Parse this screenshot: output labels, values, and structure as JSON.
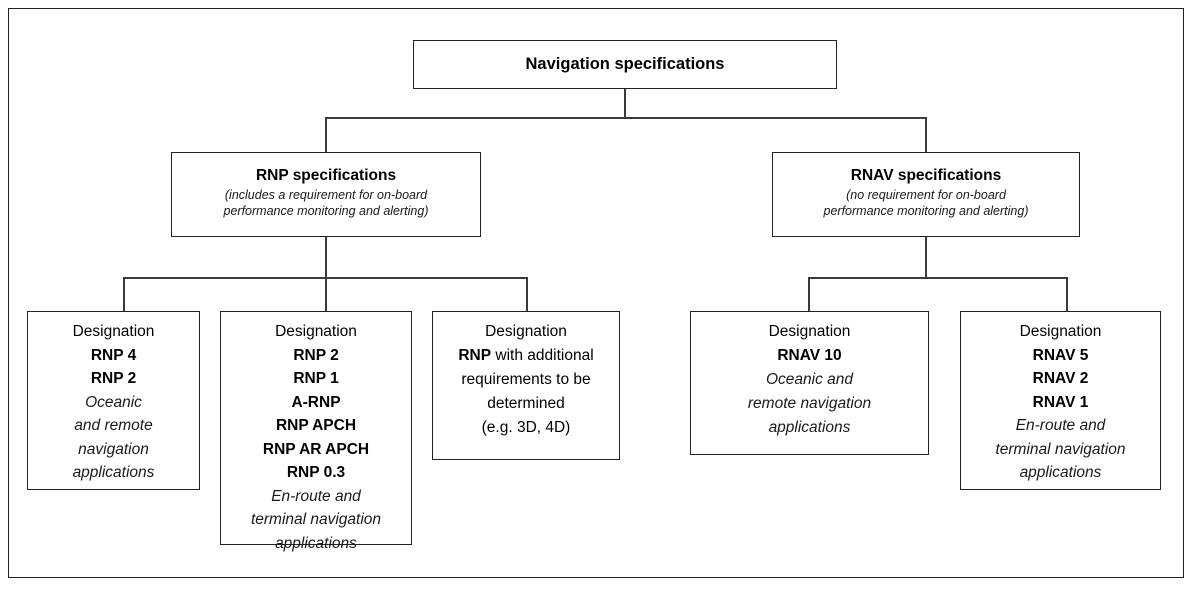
{
  "diagram": {
    "title": "Navigation specifications",
    "root": {
      "label": "Navigation specifications"
    },
    "branches": [
      {
        "id": "rnp",
        "title": "RNP specifications",
        "subtitle_line1": "(includes a requirement for on-board",
        "subtitle_line2": "performance monitoring and alerting)"
      },
      {
        "id": "rnav",
        "title": "RNAV specifications",
        "subtitle_line1": "(no requirement for on-board",
        "subtitle_line2": "performance monitoring and alerting)"
      }
    ],
    "leaves": [
      {
        "id": "rnp-oceanic",
        "lines": [
          "Designation",
          "RNP 4",
          "RNP 2",
          "Oceanic",
          "and remote",
          "navigation",
          "applications"
        ]
      },
      {
        "id": "rnp-enroute-terminal",
        "lines": [
          "Designation",
          "RNP 2",
          "RNP 1",
          "A-RNP",
          "RNP APCH",
          "RNP AR APCH",
          "RNP 0.3",
          "En-route and",
          "terminal navigation",
          "applications"
        ]
      },
      {
        "id": "rnp-additional",
        "lines": [
          "Designation",
          "RNP",
          "with additional",
          "requirements to be",
          "determined",
          "(e.g. 3D, 4D)"
        ]
      },
      {
        "id": "rnav-oceanic",
        "lines": [
          "Designation",
          "RNAV 10",
          "Oceanic and",
          "remote navigation",
          "applications"
        ]
      },
      {
        "id": "rnav-enroute-terminal",
        "lines": [
          "Designation",
          "RNAV 5",
          "RNAV 2",
          "RNAV 1",
          "En-route and",
          "terminal navigation",
          "applications"
        ]
      }
    ],
    "colors": {
      "border": "#232323",
      "connector": "#3a3a3a",
      "text": "#000000",
      "background": "#ffffff"
    }
  }
}
